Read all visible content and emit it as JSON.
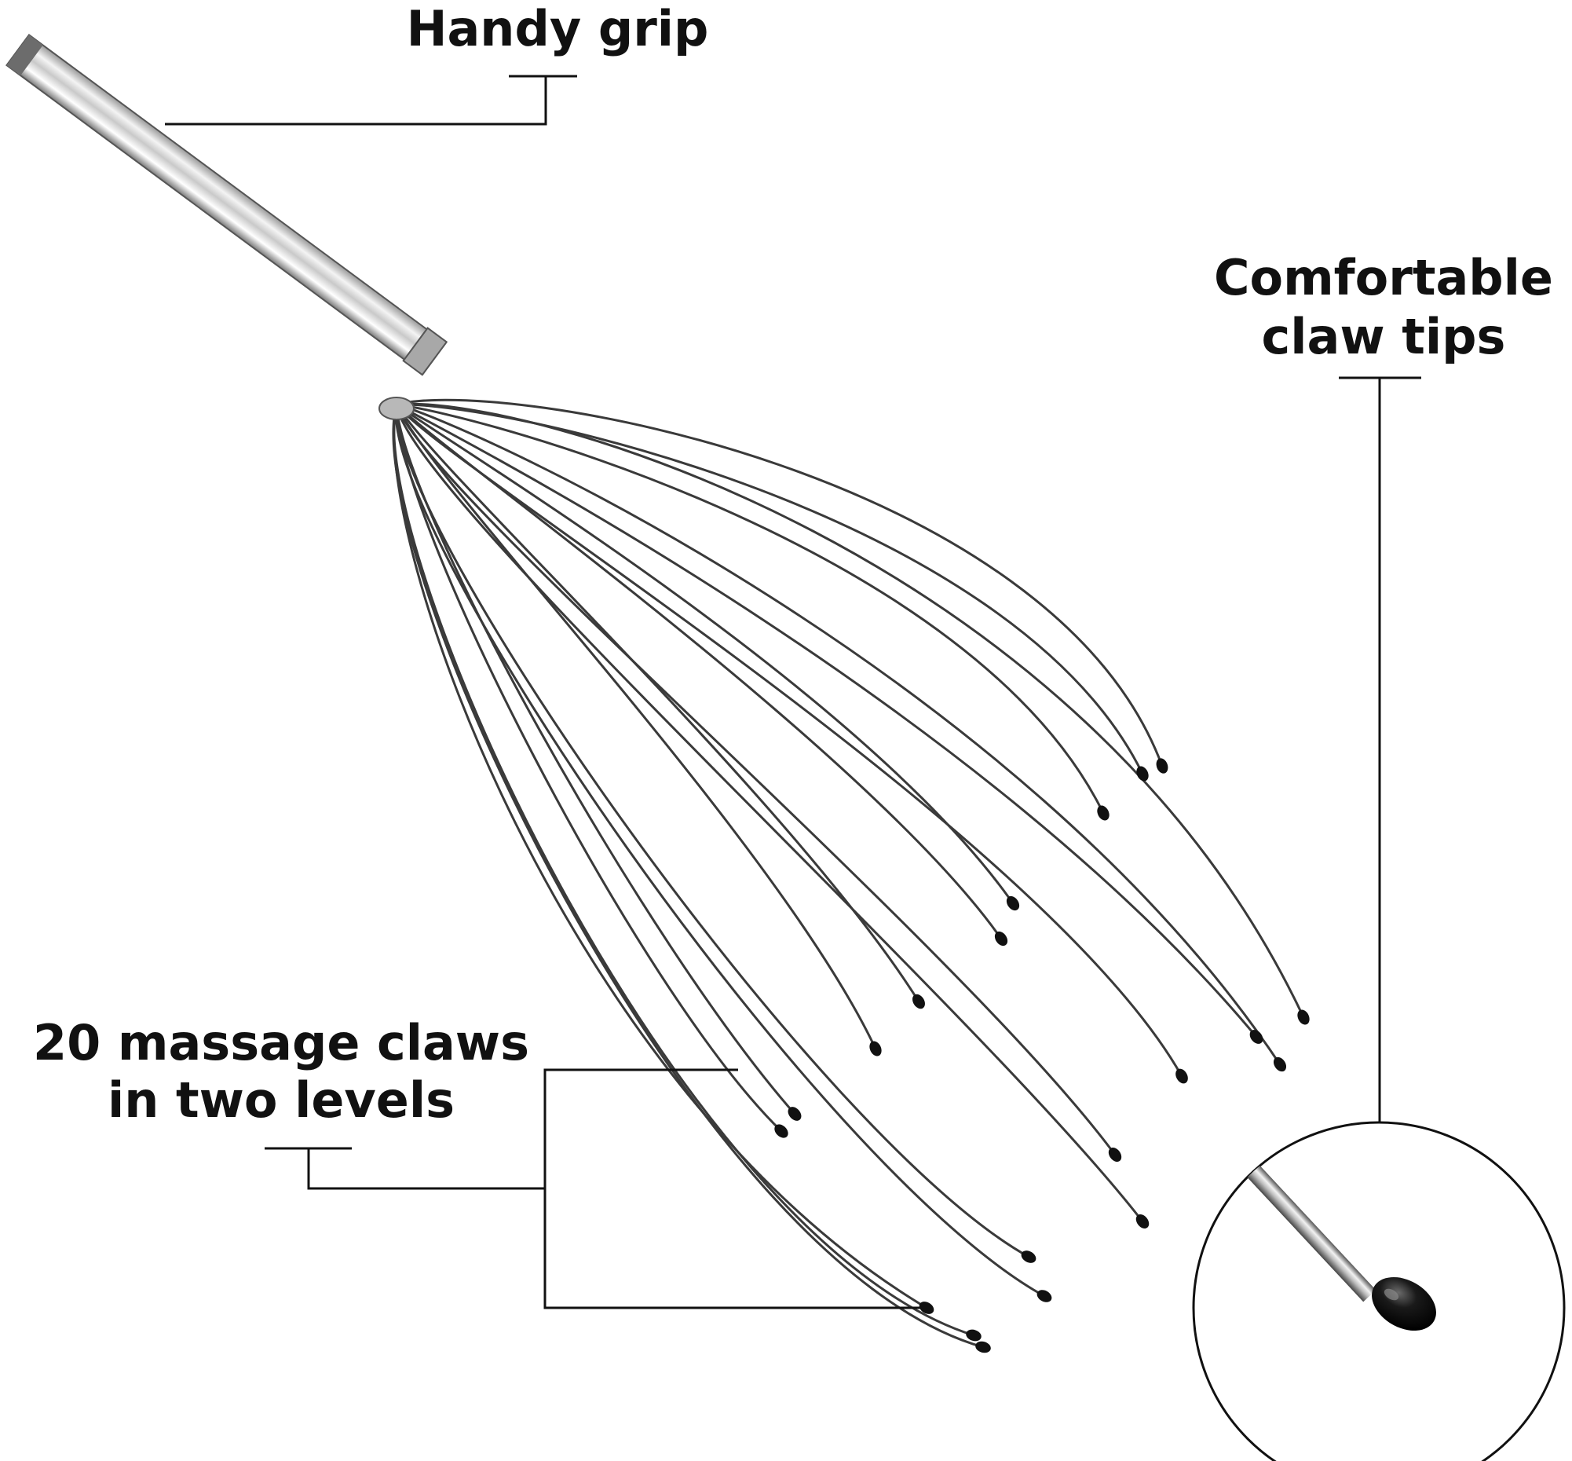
{
  "callouts": {
    "grip": {
      "label": "Handy grip"
    },
    "tips": {
      "line1": "Comfortable",
      "line2": "claw tips"
    },
    "claws": {
      "line1": "20 massage claws",
      "line2": "in two levels"
    }
  },
  "colors": {
    "text": "#111111",
    "leader_line": "#111111",
    "wire": "#3a3a3a",
    "metal_light": "#e6e6e6",
    "metal_dark": "#8a8a8a",
    "claw_tip": "#111111"
  }
}
